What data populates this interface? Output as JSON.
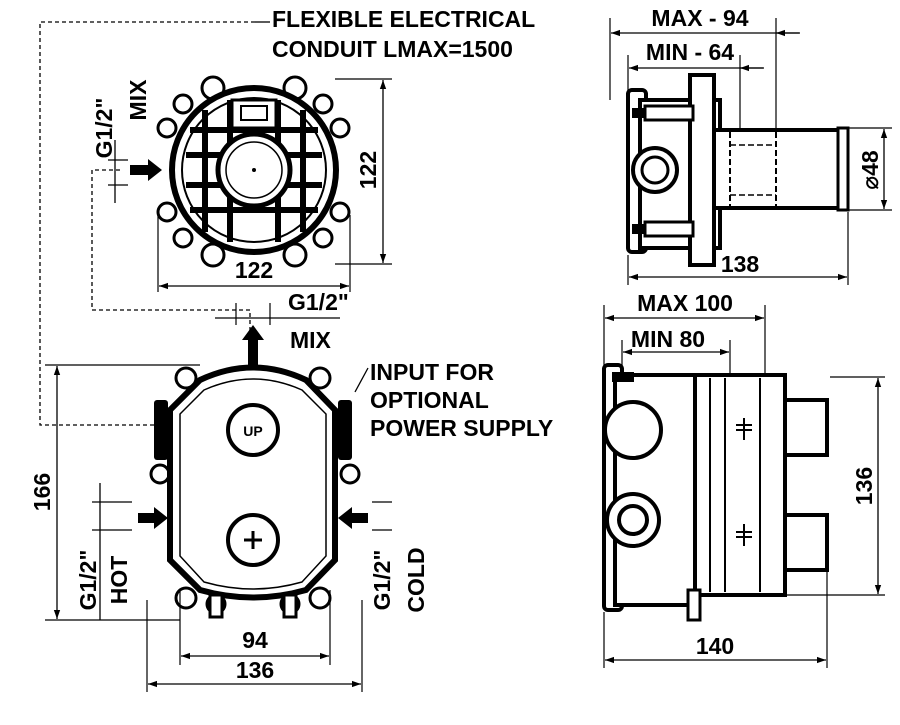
{
  "top_view": {
    "conduit_label_line1": "FLEXIBLE ELECTRICAL",
    "conduit_label_line2": "CONDUIT LMAX=1500",
    "port_thread": "G1/2\"",
    "port_mix": "MIX",
    "dim_height": "122",
    "dim_width": "122"
  },
  "side_view_top": {
    "dim_max": "MAX - 94",
    "dim_min": "MIN - 64",
    "dim_diameter": "⌀48",
    "dim_length": "138"
  },
  "front_view": {
    "mix_thread": "G1/2\"",
    "mix_label": "MIX",
    "power_line1": "INPUT FOR",
    "power_line2": "OPTIONAL",
    "power_line3": "POWER SUPPLY",
    "dim_height": "166",
    "hot_thread": "G1/2\"",
    "hot_label": "HOT",
    "cold_thread": "G1/2\"",
    "cold_label": "COLD",
    "dim_inner_width": "94",
    "dim_outer_width": "136",
    "cap_top_text": "UP",
    "cap_bottom_text": ""
  },
  "side_view_bottom": {
    "dim_max": "MAX 100",
    "dim_min": "MIN 80",
    "dim_height": "136",
    "dim_length": "140"
  }
}
